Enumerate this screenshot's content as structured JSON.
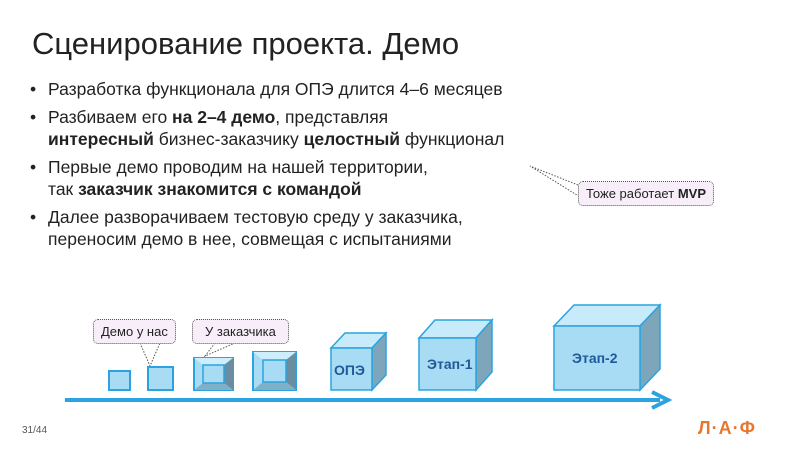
{
  "title": "Сценирование проекта. Демо",
  "bullets": [
    {
      "t1": "Разработка функционала для ОПЭ длится 4–6 месяцев"
    },
    {
      "a": "Разбиваем его ",
      "b": "на 2–4 демо",
      "c": ", представляя",
      "d": "интересный",
      "e": " бизнес-заказчику ",
      "f": "целостный",
      "g": " функционал"
    },
    {
      "a": "Первые демо проводим на нашей территории,",
      "b": "так ",
      "c": "заказчик знакомится с командой"
    },
    {
      "a": "Далее разворачиваем тестовую среду у заказчика,",
      "b": "переносим демо в нее, совмещая с испытаниями"
    }
  ],
  "callouts": {
    "mvp_a": "Тоже работает ",
    "mvp_b": "MVP",
    "demo_us": "Демо у нас",
    "at_client": "У заказчика"
  },
  "cubes": [
    "ОПЭ",
    "Этап-1",
    "Этап-2"
  ],
  "page": "31/44",
  "logo": "Л·А·Ф",
  "colors": {
    "cube": "#a8dcf5",
    "edge": "#2aa3e0",
    "arrow": "#2aa3e0",
    "logo": "#e8772e"
  }
}
